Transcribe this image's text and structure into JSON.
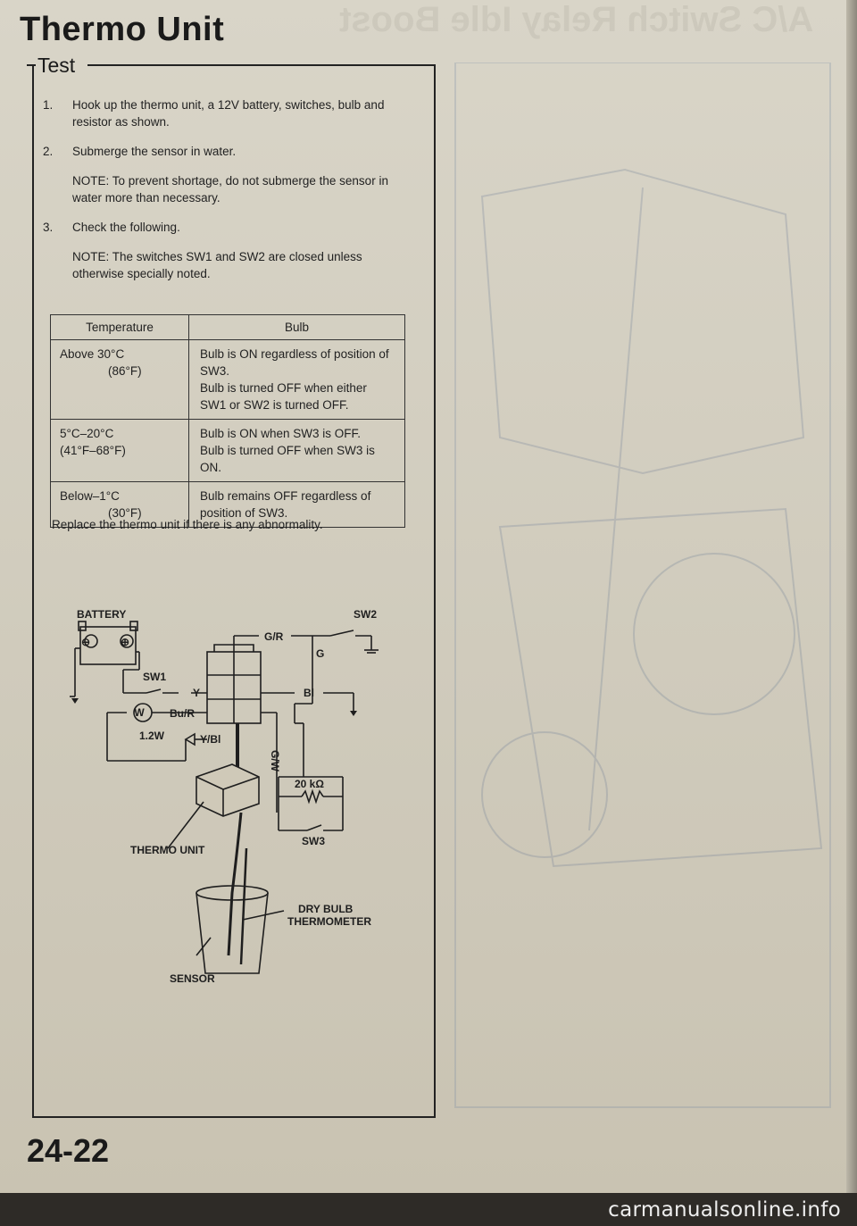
{
  "title": "Thermo Unit",
  "section": "Test",
  "steps": [
    {
      "num": "1.",
      "text": "Hook up the thermo unit, a 12V battery, switches, bulb and resistor as shown."
    },
    {
      "num": "2.",
      "text": "Submerge the sensor in water."
    },
    {
      "num": "3.",
      "text": "Check the following."
    }
  ],
  "notes": {
    "step2": "NOTE: To prevent shortage, do not submerge the sensor in water more than necessary.",
    "step3": "NOTE: The switches SW1 and SW2 are closed unless otherwise specially noted."
  },
  "table": {
    "headers": [
      "Temperature",
      "Bulb"
    ],
    "rows": [
      {
        "temp_c": "Above 30°C",
        "temp_f": "(86°F)",
        "bulb": [
          "Bulb is ON regardless of position of SW3.",
          "Bulb is turned OFF when either SW1 or SW2 is turned OFF."
        ]
      },
      {
        "temp_c": "5°C–20°C",
        "temp_f": "(41°F–68°F)",
        "bulb": [
          "Bulb is ON when SW3 is OFF.",
          "Bulb is turned OFF when SW3 is ON."
        ]
      },
      {
        "temp_c": "Below–1°C",
        "temp_f": "(30°F)",
        "bulb": [
          "Bulb remains OFF regardless of position of SW3."
        ]
      }
    ]
  },
  "replace_note": "Replace the thermo unit if there is any abnormality.",
  "diagram_labels": {
    "battery": "BATTERY",
    "sw1": "SW1",
    "sw2": "SW2",
    "sw3": "SW3",
    "gr": "G/R",
    "g": "G",
    "y": "Y",
    "bl": "Bl",
    "bur": "Bu/R",
    "ybl": "Y/Bl",
    "gw": "G/W",
    "bulb_watt": "1.2W",
    "resistor": "20 kΩ",
    "thermo_unit": "THERMO UNIT",
    "dry_bulb": "DRY BULB",
    "thermometer": "THERMOMETER",
    "sensor": "SENSOR",
    "plus": "⊕",
    "minus": "⊖",
    "bulb_symbol": "W"
  },
  "page_number": "24-22",
  "watermark": "carmanualsonline.info",
  "ghost_title": "A/C Switch Relay Idle Boost"
}
